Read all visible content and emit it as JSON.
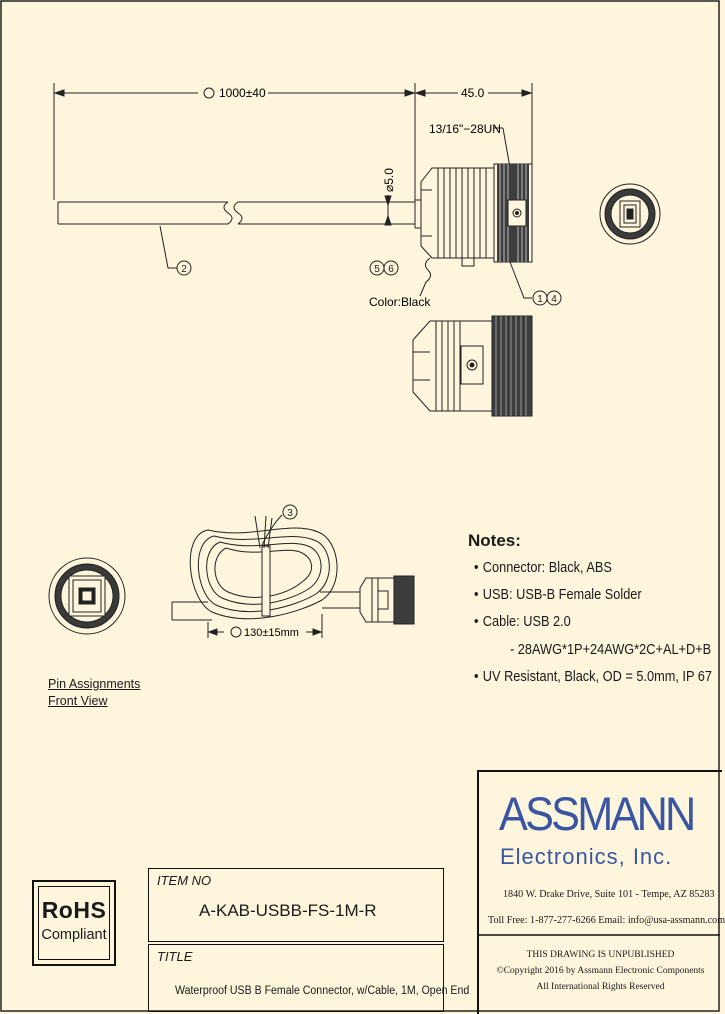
{
  "drawing": {
    "cable_length_dim": "1000±40",
    "connector_length_dim": "45.0",
    "thread_spec": "13/16\"−28UN",
    "cable_od_dim": "⌀5.0",
    "color_callout": "Color:Black",
    "coil_dim": "130±15mm",
    "balloons": [
      "1",
      "2",
      "3",
      "4",
      "5",
      "6"
    ]
  },
  "notes": {
    "title": "Notes:",
    "items": [
      "Connector: Black, ABS",
      "USB: USB-B Female Solder",
      "Cable: USB 2.0",
      "- 28AWG*1P+24AWG*2C+AL+D+B",
      "UV Resistant, Black, OD = 5.0mm, IP 67"
    ]
  },
  "pin_view": {
    "line1": "Pin Assignments",
    "line2": "Front View"
  },
  "rohs": {
    "title": "RoHS",
    "subtitle": "Compliant"
  },
  "title_block": {
    "item_no_label": "ITEM NO",
    "item_no": "A-KAB-USBB-FS-1M-R",
    "title_label": "TITLE",
    "title": "Waterproof USB B Female Connector, w/Cable, 1M, Open End"
  },
  "company": {
    "name": "ASSMANN",
    "sub": "Electronics, Inc.",
    "address": "1840 W. Drake Drive, Suite 101 - Tempe, AZ 85283",
    "phone": "Toll Free: 1-877-277-6266   Email: info@usa-assmann.com",
    "unpublished": "THIS DRAWING IS UNPUBLISHED",
    "copyright": "Copyright 2016 by Assmann Electronic Components",
    "rights": "All International Rights Reserved"
  },
  "colors": {
    "background": "#fdf6dc",
    "line": "#1a1a1a",
    "logo_blue": "#3a56a3"
  }
}
